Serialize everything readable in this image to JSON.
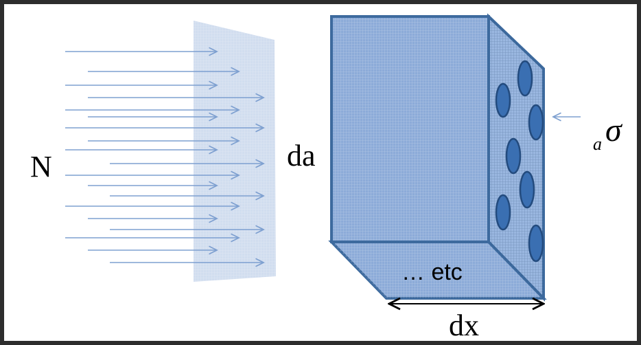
{
  "diagram": {
    "labels": {
      "n": "N",
      "da": "da",
      "etc": "… etc",
      "dx": "dx",
      "sigma_subscript": "a",
      "sigma": "σ"
    },
    "colors": {
      "arrow": "#7ea0d0",
      "beam_plane": "#c9d7ec",
      "slab_fill": "#8cabd8",
      "slab_edge": "#3d6a9e",
      "nucleus": "#3a6fb2",
      "nucleus_edge": "#234b7e"
    },
    "icons": [
      "incident-arrow-icon",
      "sigma-pointer-arrow-icon",
      "dimension-arrow-icon"
    ]
  }
}
